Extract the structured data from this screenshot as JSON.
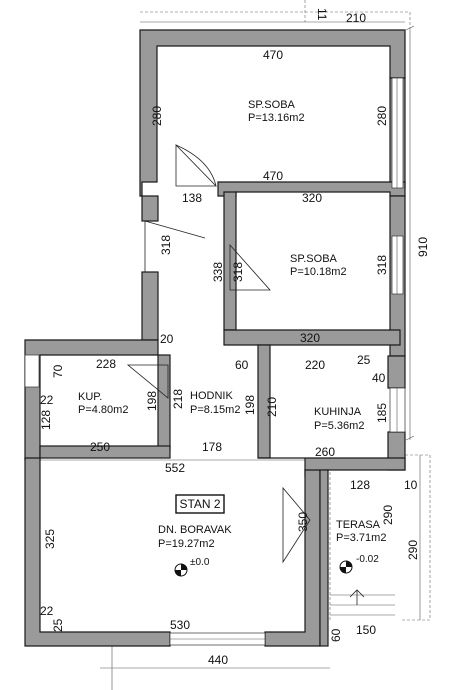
{
  "rooms": {
    "sp_soba_1": {
      "name": "SP.SOBA",
      "area": "P=13.16m2"
    },
    "sp_soba_2": {
      "name": "SP.SOBA",
      "area": "P=10.18m2"
    },
    "kup": {
      "name": "KUP.",
      "area": "P=4.80m2"
    },
    "hodnik": {
      "name": "HODNIK",
      "area": "P=8.15m2"
    },
    "kuhinja": {
      "name": "KUHINJA",
      "area": "P=5.36m2"
    },
    "dn_boravak": {
      "name": "DN. BORAVAK",
      "area": "P=19.27m2",
      "level": "±0.0"
    },
    "terasa": {
      "name": "TERASA",
      "area": "P=3.71m2",
      "level": "-0.02"
    }
  },
  "unit_label": "STAN 2",
  "dimensions": {
    "top_ext": "210",
    "top_cut": "11",
    "room1_width": "470",
    "room1_height_left": "280",
    "room1_height_right": "280",
    "door_138": "138",
    "room1_bottom": "470",
    "room2_width": "320",
    "corridor_318": "318",
    "room2_338": "338",
    "room2_318_inner": "318",
    "room2_318_right": "318",
    "right_910": "910",
    "room2_bottom": "320",
    "n20": "20",
    "n60": "60",
    "kup_228": "228",
    "n70": "70",
    "n22_left": "22",
    "kup_128": "128",
    "kup_198": "198",
    "hod_218": "218",
    "hod_198": "198",
    "n210": "210",
    "kuh_220": "220",
    "n25_top": "25",
    "n40": "40",
    "kuh_185": "185",
    "kup_250": "250",
    "hod_178": "178",
    "kuh_260": "260",
    "n552": "552",
    "ter_128": "128",
    "n10": "10",
    "bor_325": "325",
    "n350": "350",
    "ter_290_in": "290",
    "ter_290_out": "290",
    "n22_bottom": "22",
    "n25_bottom": "25",
    "bor_530": "530",
    "n60_bottom": "60",
    "ter_150": "150",
    "bottom_440": "440"
  }
}
